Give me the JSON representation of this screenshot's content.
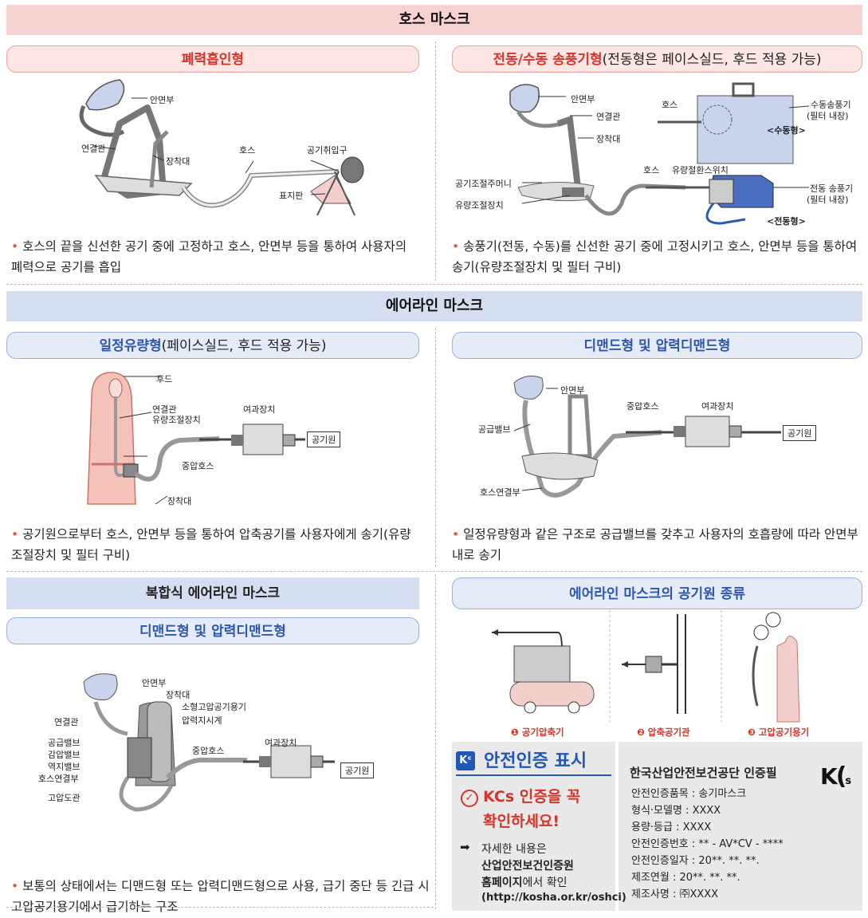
{
  "hose": {
    "title": "호스 마스크",
    "left_pill": "폐력흡인형",
    "right_pill_main": "전동/수동 송풍기형",
    "right_pill_rest": "(전동형은 페이스실드, 후드 적용 가능)",
    "left_labels": [
      "안면부",
      "연결관",
      "장착대",
      "호스",
      "공기취입구",
      "표지판"
    ],
    "right_labels": [
      "안면부",
      "연결관",
      "장착대",
      "호스",
      "수동송풍기",
      "(필터 내장)",
      "<수동형>",
      "호스",
      "유량절환스위치",
      "공기조절주머니",
      "유량조절장치",
      "전동 송풍기",
      "(필터 내장)",
      "<전동형>"
    ],
    "left_desc": "호스의 끝을 신선한 공기 중에 고정하고 호스, 안면부 등을 통하여 사용자의 폐력으로 공기를 흡입",
    "right_desc": "송풍기(전동, 수동)를 신선한 공기 중에 고정시키고 호스, 안면부 등을 통하여 송기(유량조절장치 및 필터 구비)"
  },
  "airline": {
    "title": "에어라인 마스크",
    "left_pill_main": "일정유량형",
    "left_pill_rest": "(페이스실드, 후드 적용 가능)",
    "right_pill": "디맨드형 및 압력디맨드형",
    "left_labels": [
      "후드",
      "연결관",
      "유량조절장치",
      "여과장치",
      "공기원",
      "중압호스",
      "장착대"
    ],
    "right_labels": [
      "안면부",
      "중압호스",
      "여과장치",
      "공급밸브",
      "공기원",
      "호스연결부"
    ],
    "left_desc": "공기원으로부터 호스, 안면부 등을 통하여 압축공기를 사용자에게 송기(유량조절장치 및 필터 구비)",
    "right_desc": "일정유량형과 같은 구조로 공급밸브를 갖추고 사용자의 호흡량에 따라 안면부 내로 송기"
  },
  "composite": {
    "title": "복합식 에어라인 마스크",
    "pill": "디맨드형 및 압력디맨드형",
    "labels": [
      "안면부",
      "장착대",
      "소형고압공기용기",
      "압력지시계",
      "연결관",
      "공급밸브",
      "감압밸브",
      "역지밸브",
      "호스연결부",
      "고압도관",
      "중압호스",
      "여과장치",
      "공기원"
    ],
    "desc": "보통의 상태에서는 디맨드형 또는 압력디맨드형으로 사용, 급기 중단 등 긴급 시 고압공기용기에서 급기하는 구조"
  },
  "sources": {
    "title": "에어라인 마스크의 공기원 종류",
    "items": [
      "❶ 공기압축기",
      "❷ 압축공기관",
      "❸ 고압공기용기"
    ]
  },
  "kcs": {
    "title": "안전인증 표시",
    "check_line1": "KCs 인증을 꼭",
    "check_line2": "확인하세요!",
    "info_line1": "자세한 내용은",
    "info_line2": "산업안전보건인증원",
    "info_line3_bold": "홈페이지",
    "info_line3_rest": "에서 확인",
    "info_line4": "(http://kosha.or.kr/oshci)",
    "stamp_title": "한국산업안전보건공단 인증필",
    "stamp_lines": [
      "안전인증품목 : 송기마스크",
      "형식·모델명 : XXXX",
      "용량·등급 : XXXX",
      "안전인증번호 : ** - AV*CV - ****",
      "안전인증일자 : 20**. **. **.",
      "제조연월 : 20**. **. **.",
      "제조사명 : ㈜XXXX"
    ],
    "logo_text": "KCs",
    "accent": "#d4342a",
    "blue": "#1f56b8"
  }
}
